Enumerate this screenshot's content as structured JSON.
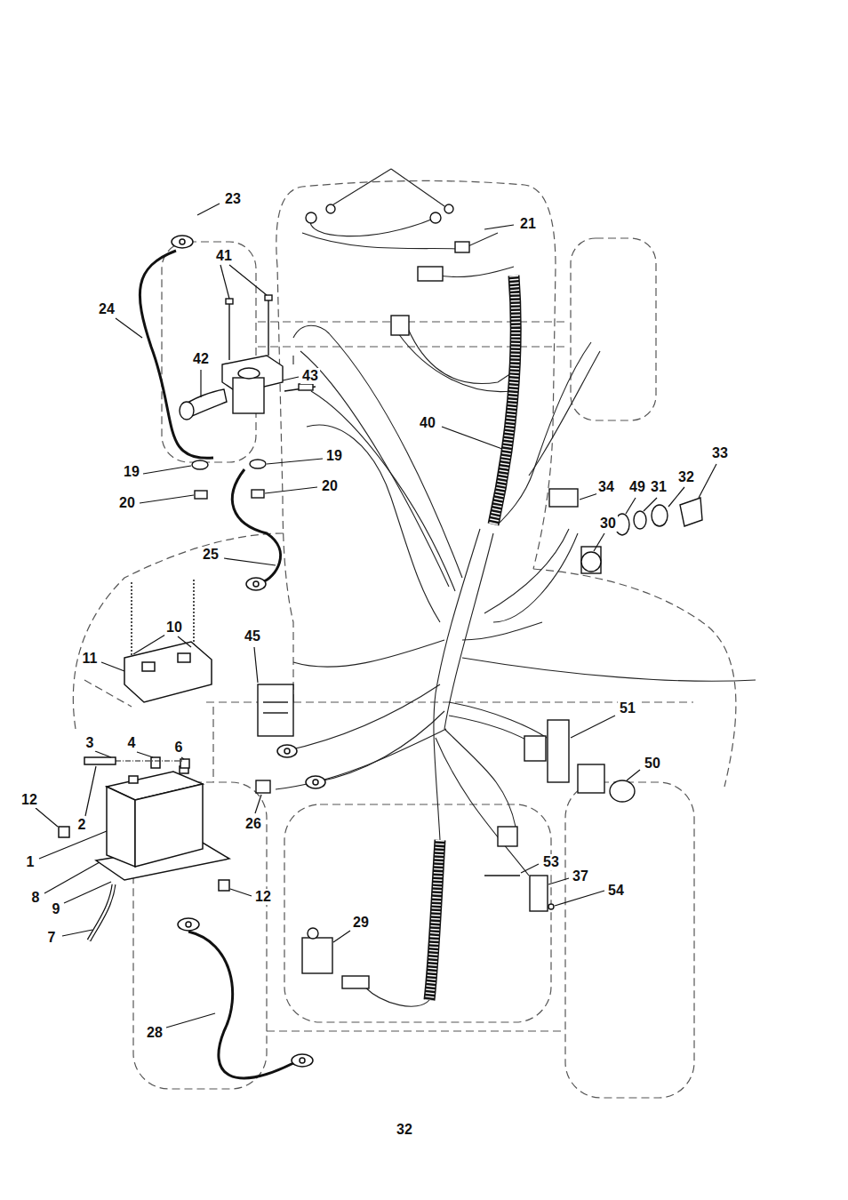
{
  "diagram": {
    "labels": [
      "23",
      "21",
      "41",
      "24",
      "42",
      "43",
      "40",
      "19",
      "19",
      "33",
      "20",
      "20",
      "34",
      "32",
      "49",
      "31",
      "30",
      "25",
      "10",
      "45",
      "11",
      "51",
      "3",
      "4",
      "6",
      "50",
      "12",
      "2",
      "26",
      "1",
      "53",
      "37",
      "8",
      "12",
      "54",
      "9",
      "29",
      "7",
      "28",
      "32"
    ]
  }
}
